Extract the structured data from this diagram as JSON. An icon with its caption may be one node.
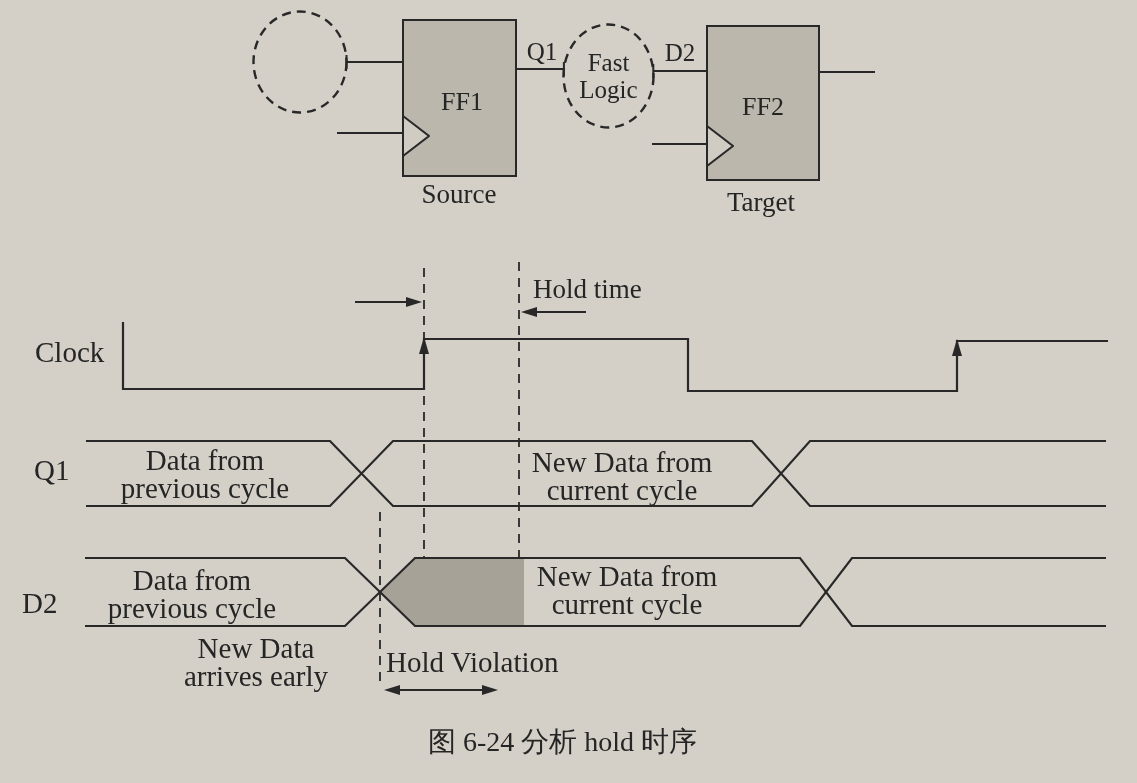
{
  "diagram": {
    "caption": "图 6-24 分析 hold 时序",
    "nodes": [
      {
        "text": [],
        "shape": "circle"
      },
      {
        "text": [
          "FF1"
        ],
        "beside": [
          "Source"
        ]
      },
      {
        "text": [
          "Fast Logic"
        ]
      },
      {
        "text": [
          "FF2"
        ],
        "beside": [
          "Target"
        ]
      }
    ],
    "edges": [
      {
        "from": 0,
        "to": 1,
        "arrow": "other"
      },
      {
        "from": 1,
        "to": 2,
        "arrow": "other",
        "label": "Q1"
      },
      {
        "from": 2,
        "to": 3,
        "arrow": "other",
        "label": "D2"
      },
      {
        "from": null,
        "to": 1,
        "arrow": "none"
      },
      {
        "from": null,
        "to": 3,
        "arrow": "none"
      },
      {
        "from": 3,
        "to": null,
        "arrow": "none"
      }
    ],
    "labels": [
      "Hold time",
      "Clock",
      "Q1",
      "Data from previous cycle",
      "New Data from current cycle",
      "D2",
      "Data from previous cycle",
      "New Data from current cycle",
      "New Data arrives early",
      "Hold Violation"
    ]
  }
}
